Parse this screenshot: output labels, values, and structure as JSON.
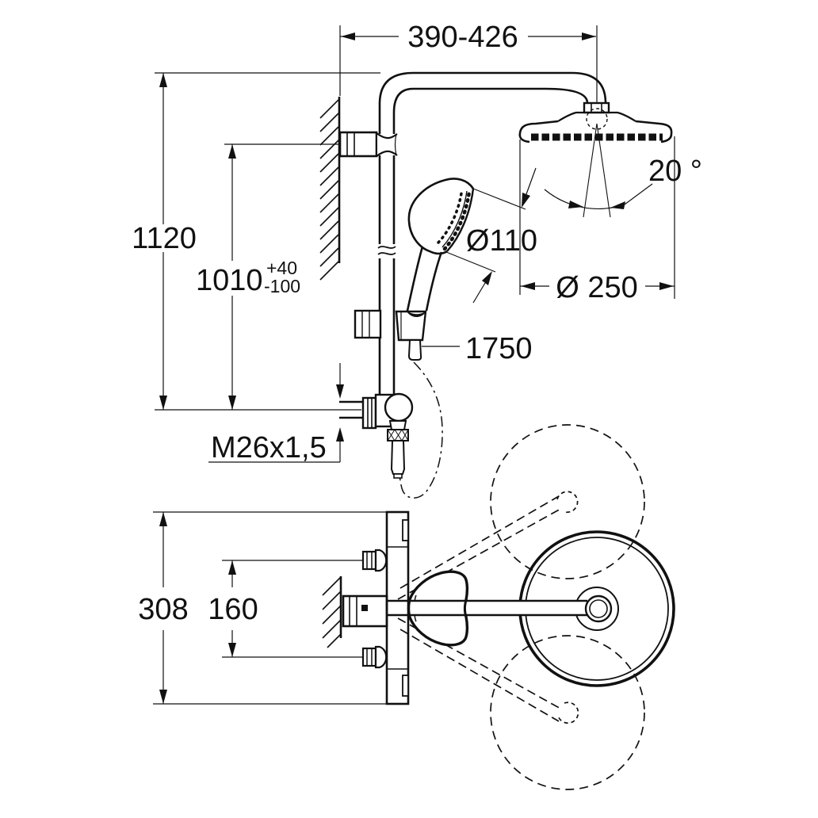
{
  "front_view": {
    "width_range": "390-426",
    "total_height": "1120",
    "outlet_height": "1010",
    "outlet_height_tol_plus": "+40",
    "outlet_height_tol_minus": "-100",
    "head_angle": "20 °",
    "hand_shower_diameter": "Ø110",
    "head_shower_diameter": "Ø 250",
    "hose_length": "1750",
    "connection_thread": "M26x1,5"
  },
  "top_view": {
    "body_height": "308",
    "connection_spacing": "160"
  }
}
